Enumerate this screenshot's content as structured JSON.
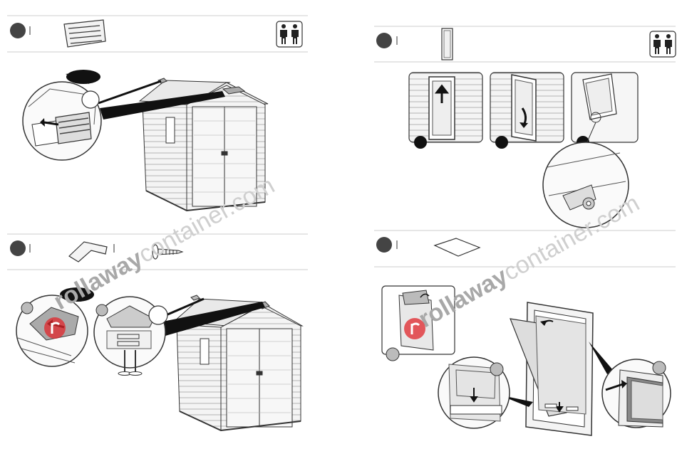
{
  "watermark": {
    "brand_bold": "rollaway",
    "brand_light": "container.com"
  },
  "steps": [
    {
      "id": "vent-cap",
      "people_icon": "two-people-icon"
    },
    {
      "id": "ridge-cap",
      "people_icon": ""
    },
    {
      "id": "window-frame",
      "people_icon": "two-people-icon"
    },
    {
      "id": "window-pane",
      "people_icon": ""
    }
  ],
  "colors": {
    "line": "#333333",
    "step_circle": "#444444",
    "watermark_logo": "#e0252b",
    "rule": "#cccccc"
  }
}
